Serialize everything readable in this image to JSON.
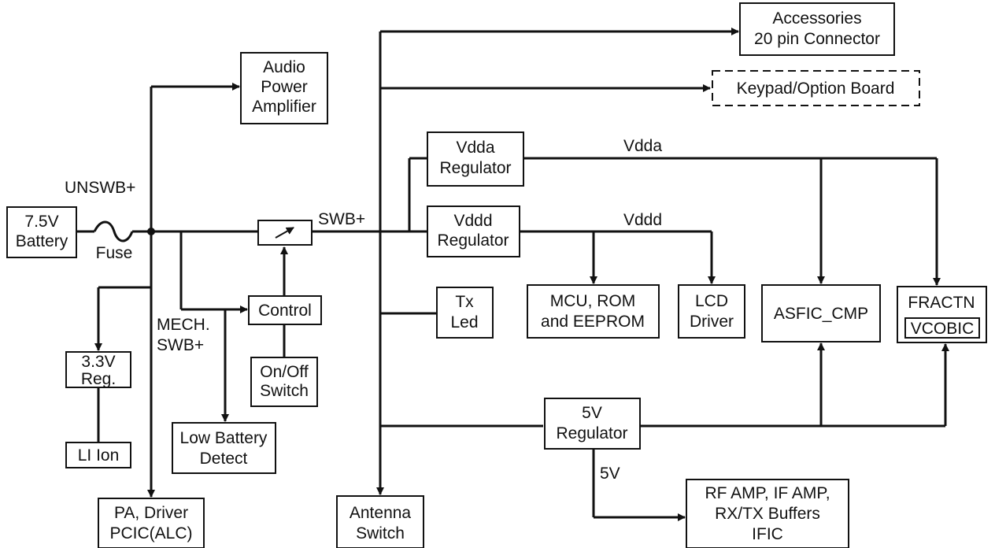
{
  "colors": {
    "line": "#111111",
    "background": "#ffffff"
  },
  "blocks": {
    "battery": [
      "7.5V",
      "Battery"
    ],
    "audio_amp": [
      "Audio",
      "Power",
      "Amplifier"
    ],
    "accessories": [
      "Accessories",
      "20 pin Connector"
    ],
    "keypad": [
      "Keypad/Option Board"
    ],
    "vdda_reg": [
      "Vdda",
      "Regulator"
    ],
    "vddd_reg": [
      "Vddd",
      "Regulator"
    ],
    "control": [
      "Control"
    ],
    "onoff": [
      "On/Off",
      "Switch"
    ],
    "reg33": [
      "3.3V",
      "Reg."
    ],
    "li_ion": [
      "LI Ion"
    ],
    "low_batt": [
      "Low Battery",
      "Detect"
    ],
    "pa_driver": [
      "PA, Driver",
      "PCIC(ALC)"
    ],
    "antenna": [
      "Antenna",
      "Switch"
    ],
    "tx_led": [
      "Tx",
      "Led"
    ],
    "mcu": [
      "MCU, ROM",
      "and EEPROM"
    ],
    "lcd": [
      "LCD",
      "Driver"
    ],
    "asfic": [
      "ASFIC_CMP"
    ],
    "fractn": [
      "FRACTN"
    ],
    "vcobic": [
      "VCOBIC"
    ],
    "reg5v": [
      "5V",
      "Regulator"
    ],
    "rf": [
      "RF AMP, IF AMP,",
      "RX/TX Buffers",
      "IFIC"
    ]
  },
  "labels": {
    "unswb": "UNSWB+",
    "fuse": "Fuse",
    "swb": "SWB+",
    "mech1": "MECH.",
    "mech2": "SWB+",
    "vdda": "Vdda",
    "vddd": "Vddd",
    "v5": "5V"
  }
}
